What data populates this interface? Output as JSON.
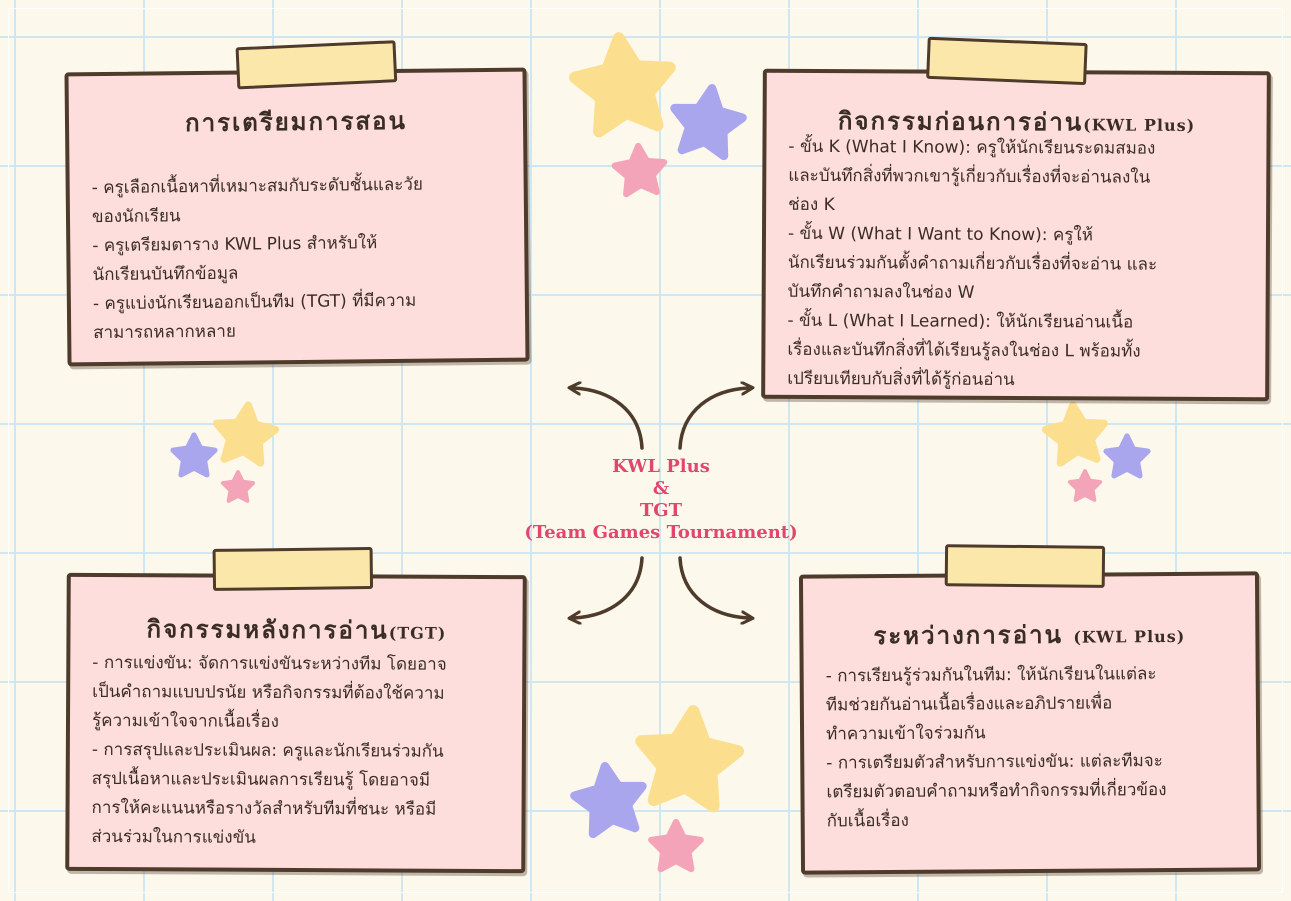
{
  "center": {
    "line1": "KWL Plus",
    "line2": "&",
    "line3": "TGT",
    "line4": "(Team Games Tournament)"
  },
  "cards": {
    "preparation": {
      "title": "การเตรียมการสอน",
      "lines": [
        "- ครูเลือกเนื้อหาที่เหมาะสมกับระดับชั้นและวัย",
        "ของนักเรียน",
        "- ครูเตรียมตาราง KWL Plus สำหรับให้",
        "นักเรียนบันทึกข้อมูล",
        "- ครูแบ่งนักเรียนออกเป็นทีม (TGT) ที่มีความ",
        "สามารถหลากหลาย"
      ]
    },
    "pre_reading": {
      "title": "กิจกรรมก่อนการอ่าน",
      "tag": "(KWL Plus)",
      "lines": [
        "- ขั้น K (What I Know): ครูให้นักเรียนระดมสมอง",
        "และบันทึกสิ่งที่พวกเขารู้เกี่ยวกับเรื่องที่จะอ่านลงใน",
        "ช่อง K",
        "- ขั้น W (What I Want to Know): ครูให้",
        "นักเรียนร่วมกันตั้งคำถามเกี่ยวกับเรื่องที่จะอ่าน และ",
        "บันทึกคำถามลงในช่อง W",
        "- ขั้น L (What I Learned): ให้นักเรียนอ่านเนื้อ",
        "เรื่องและบันทึกสิ่งที่ได้เรียนรู้ลงในช่อง L พร้อมทั้ง",
        "เปรียบเทียบกับสิ่งที่ได้รู้ก่อนอ่าน"
      ]
    },
    "post_reading": {
      "title": "กิจกรรมหลังการอ่าน",
      "tag": "(TGT)",
      "lines": [
        "- การแข่งขัน: จัดการแข่งขันระหว่างทีม โดยอาจ",
        "เป็นคำถามแบบปรนัย หรือกิจกรรมที่ต้องใช้ความ",
        "รู้ความเข้าใจจากเนื้อเรื่อง",
        "- การสรุปและประเมินผล: ครูและนักเรียนร่วมกัน",
        "สรุปเนื้อหาและประเมินผลการเรียนรู้ โดยอาจมี",
        "การให้คะแนนหรือรางวัลสำหรับทีมที่ชนะ หรือมี",
        "ส่วนร่วมในการแข่งขัน"
      ]
    },
    "during_reading": {
      "title": "ระหว่างการอ่าน",
      "tag": "(KWL Plus)",
      "lines": [
        "- การเรียนรู้ร่วมกันในทีม: ให้นักเรียนในแต่ละ",
        "ทีมช่วยกันอ่านเนื้อเรื่องและอภิปรายเพื่อ",
        "ทำความเข้าใจร่วมกัน",
        "- การเตรียมตัวสำหรับการแข่งขัน: แต่ละทีมจะ",
        "เตรียมตัวตอบคำถามหรือทำกิจกรรมที่เกี่ยวข้อง",
        "กับเนื้อเรื่อง"
      ]
    }
  },
  "colors": {
    "card_fill": "#fddedc",
    "card_border": "#4e3b2b",
    "tape": "#fbe7a9",
    "center_text": "#e1476e",
    "star_yellow": "#fbdf8e",
    "star_purple": "#a9a6ee",
    "star_pink": "#f4a4b8"
  },
  "icons": [
    "star-icon",
    "curved-arrow-icon"
  ]
}
